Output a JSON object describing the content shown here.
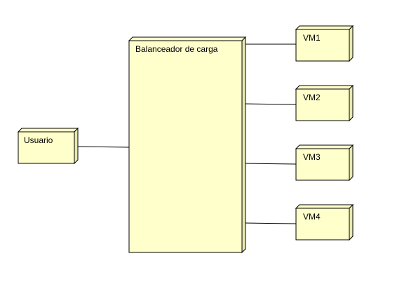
{
  "diagram": {
    "type": "deployment",
    "colors": {
      "node_fill": "#ffffcc",
      "node_side": "#e8e8b0",
      "stroke": "#000000",
      "background": "#ffffff"
    },
    "nodes": {
      "usuario": {
        "label": "Usuario"
      },
      "balancer": {
        "label": "Balanceador de carga"
      },
      "vms": [
        {
          "label": "VM1"
        },
        {
          "label": "VM2"
        },
        {
          "label": "VM3"
        },
        {
          "label": "VM4"
        }
      ]
    },
    "connections": [
      {
        "from": "Usuario",
        "to": "Balanceador de carga"
      },
      {
        "from": "Balanceador de carga",
        "to": "VM1"
      },
      {
        "from": "Balanceador de carga",
        "to": "VM2"
      },
      {
        "from": "Balanceador de carga",
        "to": "VM3"
      },
      {
        "from": "Balanceador de carga",
        "to": "VM4"
      }
    ]
  }
}
